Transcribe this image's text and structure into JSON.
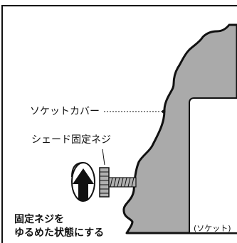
{
  "labels": {
    "socket_cover": "ソケットカバー",
    "shade_screw": "シェード固定ネジ",
    "socket": "(ソケット)"
  },
  "caption": {
    "line1": "固定ネジを",
    "line2": "ゆるめた状態にする"
  },
  "colors": {
    "cover_fill": "#aaaaaa",
    "outline": "#111111",
    "background": "#ffffff"
  },
  "icons": {
    "rotation": "counterclockwise-rotation-arrow-icon"
  }
}
